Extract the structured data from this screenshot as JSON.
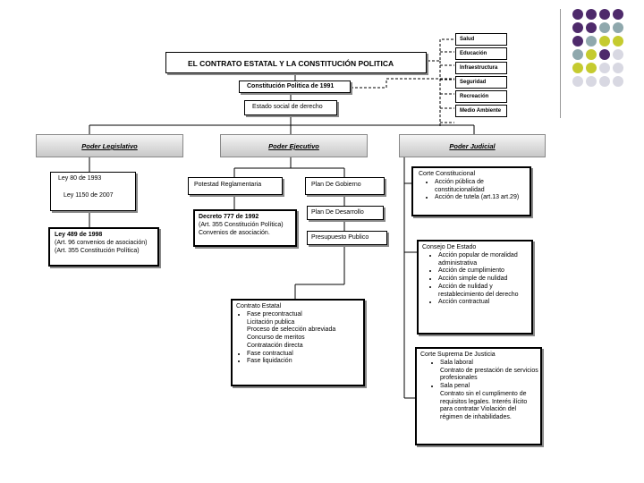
{
  "dots": {
    "colors": [
      "#4e2a6b",
      "#8fa8ad",
      "#c5cb2f",
      "#d8d8e2"
    ],
    "grid": [
      [
        "#4e2a6b",
        "#4e2a6b",
        "#4e2a6b",
        "#4e2a6b"
      ],
      [
        "#4e2a6b",
        "#4e2a6b",
        "#8fa8ad",
        "#8fa8ad"
      ],
      [
        "#4e2a6b",
        "#8fa8ad",
        "#c5cb2f",
        "#c5cb2f"
      ],
      [
        "#8fa8ad",
        "#c5cb2f",
        "#4e2a6b",
        "#d8d8e2"
      ],
      [
        "#c5cb2f",
        "#c5cb2f",
        "#d8d8e2",
        "#d8d8e2"
      ],
      [
        "#d8d8e2",
        "#d8d8e2",
        "#d8d8e2",
        "#d8d8e2"
      ]
    ]
  },
  "title": "EL CONTRATO ESTATAL Y LA CONSTITUCIÓN POLITICA",
  "constitucion": "Constitución Politica de 1991",
  "estado_social": "Estado social de derecho",
  "servicios": [
    "Salud",
    "Educación",
    "Infraestructura",
    "Seguridad",
    "Recreación",
    "Medio Ambiente"
  ],
  "poderes": {
    "legislativo": "Poder Legislativo",
    "ejecutivo": "Poder Ejecutivo",
    "judicial": "Poder Judicial"
  },
  "leyes": {
    "ley80": "Ley 80 de 1993",
    "ley1150": "Ley 1150 de 2007"
  },
  "ley489": {
    "title": "Ley 489 de 1998",
    "lines": [
      "(Art. 96 convenios de asociación)",
      "(Art. 355 Constitución Política)"
    ]
  },
  "potestad": "Potestad Reglamentaria",
  "decreto": {
    "title": "Decreto 777 de 1992",
    "lines": [
      "(Art. 355 Constitución Política)",
      "Convenios de asociación."
    ]
  },
  "plan_gobierno": "Plan De Gobierno",
  "plan_desarrollo": "Plan De Desarrollo",
  "presupuesto": "Presupuesto Publico",
  "contrato": {
    "title": "Contrato Estatal",
    "items": [
      "Fase precontractual",
      "Fase contractual",
      "Fase liquidación"
    ],
    "sub": [
      "Licitación publica",
      "Proceso de selección abreviada",
      "Concurso de meritos",
      "Contratación directa"
    ]
  },
  "corte_constitucional": {
    "title": "Corte Constitucional",
    "items": [
      "Acción pública de constitucionalidad",
      "Acción de tutela (art.13 art.29)"
    ]
  },
  "consejo_estado": {
    "title": "Consejo De Estado",
    "items": [
      "Acción popular de moralidad administrativa",
      "Acción de cumplimiento",
      "Acción simple de nulidad",
      "Acción de nulidad y restablecimiento del derecho",
      "Acción contractual"
    ]
  },
  "corte_suprema": {
    "title": "Corte Suprema De Justicia",
    "laboral": "Sala laboral",
    "laboral_text": "Contrato de prestación de servicios profesionales",
    "penal": "Sala penal",
    "penal_text": "Contrato sin el cumplimento de requisitos legales. Interés ilícito para contratar Violación del régimen de inhabilidades."
  }
}
